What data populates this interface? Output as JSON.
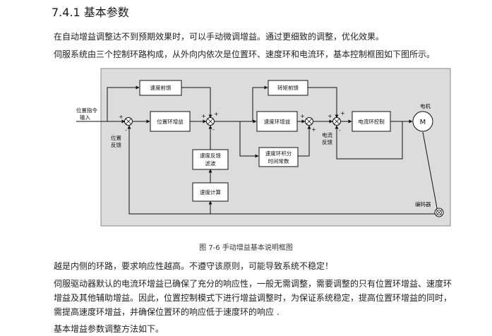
{
  "heading": "7.4.1  基本参数",
  "intro": {
    "line1": "在自动增益调整达不到预期效果时，可以手动微调增益。通过更细致的调整，优化效果。",
    "line2": "伺服系统由三个控制环路构成，从外向内依次是位置环、速度环和电流环，基本控制框图如下图所示。"
  },
  "diagram": {
    "blocks": {
      "speed_ff": "速度前馈",
      "pos_gain": "位置环增益",
      "speed_fb_filter_l1": "速度反馈",
      "speed_fb_filter_l2": "滤波",
      "speed_calc": "速度计算",
      "torque_ff": "转矩前馈",
      "speed_gain": "速度环增益",
      "speed_int_l1": "速度环积分",
      "speed_int_l2": "时间常数",
      "current_ctrl": "电流环控制"
    },
    "labels": {
      "pos_cmd_l1": "位置指令",
      "pos_cmd_l2": "输入",
      "pos_fb_l1": "位置",
      "pos_fb_l2": "反馈",
      "cur_fb_l1": "电流",
      "cur_fb_l2": "反馈",
      "motor": "电机",
      "motor_symbol": "M",
      "encoder": "编码器"
    },
    "signs": {
      "plus": "+",
      "minus": "-"
    }
  },
  "caption": "图 7-6 手动增益基本说明框图",
  "body": {
    "line1": "越是内侧的环路，要求响应性越高。不遵守该原则，可能导致系统不稳定！",
    "line2": "伺服驱动器默认的电流环增益已确保了充分的响应性，一般无需调整，需要调整的只有位置环增益、速度环",
    "line3": "增益及其他辅助增益。因此，位置控制模式下进行增益调整时，为保证系统稳定，提高位置环增益的同时，",
    "line4": "需提高速度环增益，并确保位置环的响应低于速度环的响应 .",
    "line5": "基本增益参数调整方法如下。"
  }
}
